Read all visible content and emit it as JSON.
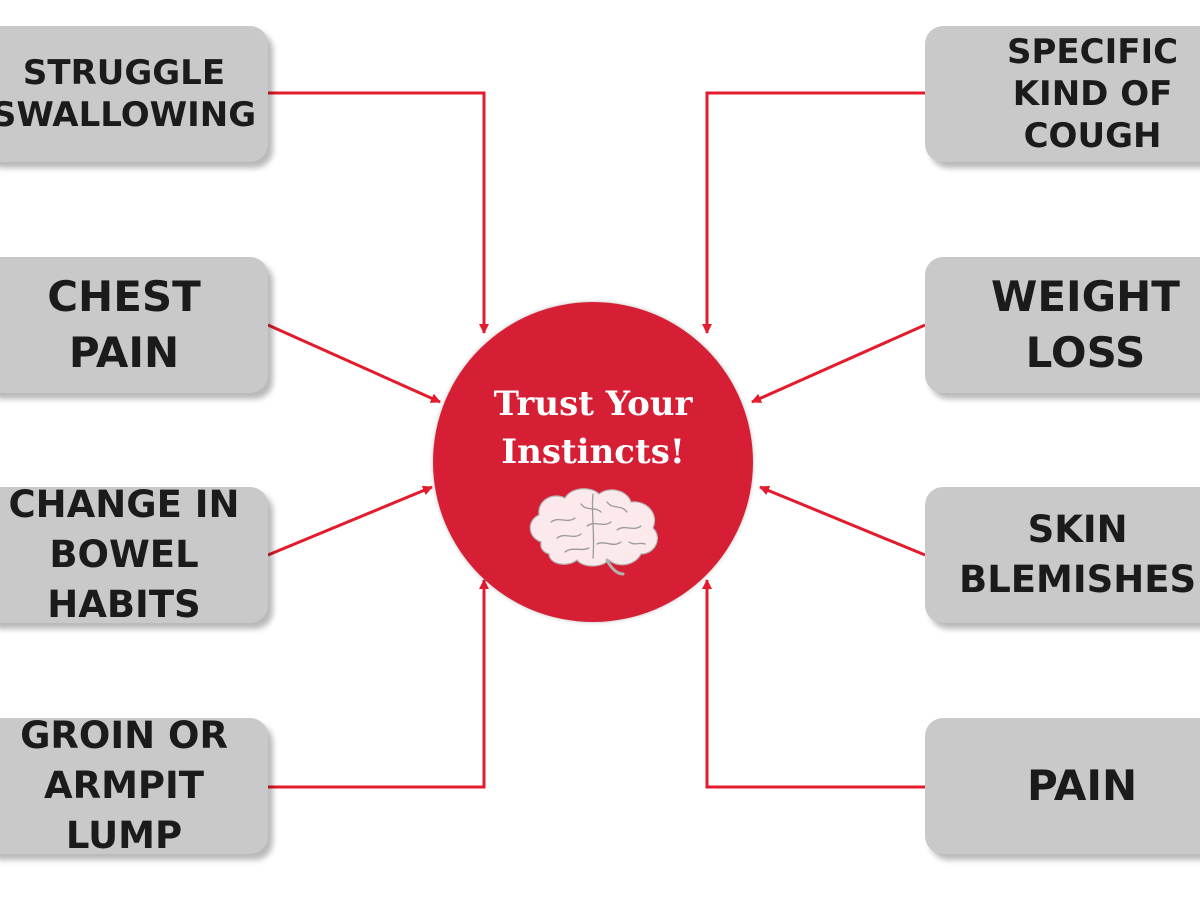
{
  "center": {
    "title": "Trust Your\nInstincts!",
    "icon": "brain-icon",
    "color": "#d61f34"
  },
  "colors": {
    "connector": "#e21c2c",
    "box_fill": "#c9c9c9",
    "box_text": "#1b1b1b"
  },
  "left_items": [
    {
      "label": "STRUGGLE\nSWALLOWING"
    },
    {
      "label": "CHEST\nPAIN"
    },
    {
      "label": "CHANGE IN\nBOWEL\nHABITS"
    },
    {
      "label": "GROIN OR\nARMPIT\nLUMP"
    }
  ],
  "right_items": [
    {
      "label": "SPECIFIC\nKIND OF\nCOUGH"
    },
    {
      "label": "WEIGHT\nLOSS"
    },
    {
      "label": "SKIN\nBLEMISHES"
    },
    {
      "label": "PAIN"
    }
  ]
}
